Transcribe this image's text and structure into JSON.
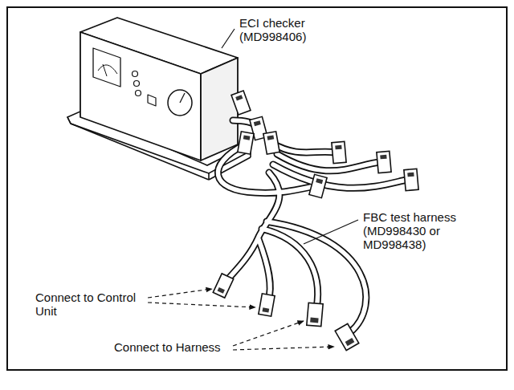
{
  "diagram": {
    "labels": [
      "ECI checker (MD998406)",
      "FBC test harness (MD998430 or MD998438)",
      "Connect to Control Unit",
      "Connect to Harness"
    ]
  }
}
